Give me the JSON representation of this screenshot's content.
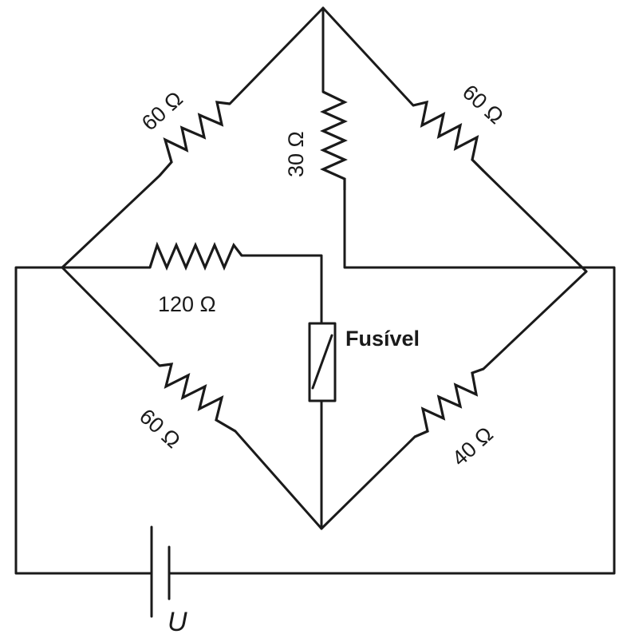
{
  "labels": {
    "r_top_left": "60 Ω",
    "r_top_mid": "30 Ω",
    "r_top_right": "60 Ω",
    "r_mid": "120 Ω",
    "r_bottom_left": "60 Ω",
    "r_bottom_right": "40 Ω",
    "fuse": "Fusível",
    "source": "U"
  },
  "colors": {
    "ink": "#1a1a1a",
    "background": "#ffffff"
  }
}
